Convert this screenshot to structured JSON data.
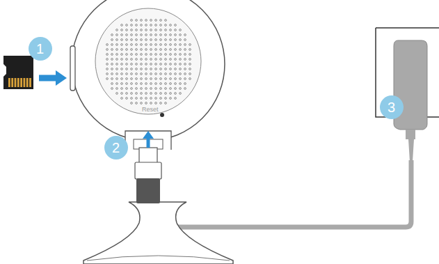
{
  "diagram": {
    "labels": [
      "1",
      "2",
      "3",
      "Reset"
    ]
  }
}
